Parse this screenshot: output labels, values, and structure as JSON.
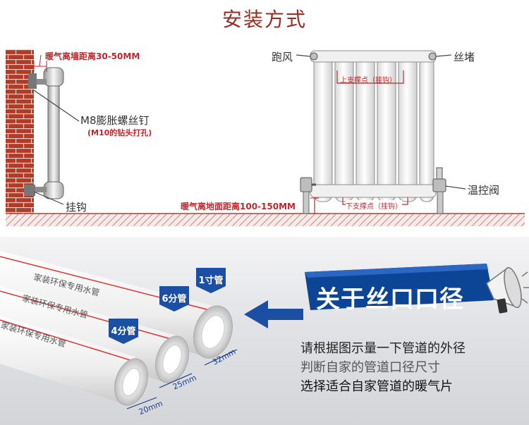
{
  "title": "安装方式",
  "side_view": {
    "wall_gap": "暖气离墙距离30-50MM",
    "screw": "M8膨胀螺丝钉",
    "screw_note": "(M10的钻头打孔)",
    "hook": "挂钩"
  },
  "front_view": {
    "vent": "跑风",
    "plug": "丝堵",
    "upper_support": "上支撑点（挂钩）",
    "lower_support": "下支撑点（挂钩）",
    "floor_gap": "暖气离地面距离100-150MM",
    "valve": "温控阀"
  },
  "pipes": {
    "banner": "关于丝口口径",
    "lines": [
      "请根据图示量一下管道的外径",
      "判断自家的管道口径尺寸",
      "选择适合自家管道的暖气片"
    ],
    "pipe_print": [
      "家装环保专用水管",
      "家装环保专用水管",
      "家装环保专用水管"
    ],
    "tags": [
      "1寸管",
      "6分管",
      "4分管"
    ],
    "sizes": [
      "32mm",
      "25mm",
      "20mm"
    ],
    "colors": {
      "banner": "#0d4596",
      "accent": "#c0272d"
    }
  }
}
